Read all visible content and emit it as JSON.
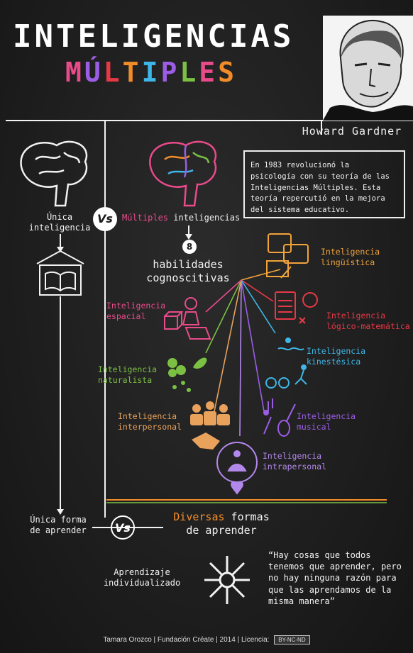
{
  "header": {
    "title": "INTELIGENCIAS",
    "subtitle_letters": [
      "M",
      "Ú",
      "L",
      "T",
      "I",
      "P",
      "L",
      "E",
      "S"
    ],
    "subtitle_colors": [
      "#e94b8a",
      "#9b5de5",
      "#e63946",
      "#f28c28",
      "#3fb6e8",
      "#9b5de5",
      "#7bc043",
      "#e94b8a",
      "#f28c28"
    ],
    "author": "Howard Gardner",
    "intro": "En 1983 revolucionó la psicología con su teoría de las Inteligencias Múltiples. Esta teoría repercutió en la mejora del sistema educativo."
  },
  "left": {
    "single_intelligence": "Única inteligencia",
    "single_way": "Única forma de aprender",
    "individual": "Aprendizaje individualizado"
  },
  "center": {
    "vs": "Vs",
    "multiple_word": "Múltiples",
    "intelligences_word": " inteligencias",
    "number": "8",
    "skills": "habilidades cognoscitivas",
    "diverse_word": "Diversas",
    "ways_word": " formas de aprender"
  },
  "intelligences": [
    {
      "label": "Inteligencia lingüística",
      "color": "#f2a33a"
    },
    {
      "label": "Inteligencia lógico-matemática",
      "color": "#e63946"
    },
    {
      "label": "Inteligencia kinestésica",
      "color": "#3fb6e8"
    },
    {
      "label": "Inteligencia musical",
      "color": "#9b5de5"
    },
    {
      "label": "Inteligencia intrapersonal",
      "color": "#b388eb"
    },
    {
      "label": "Inteligencia interpersonal",
      "color": "#e8a25c"
    },
    {
      "label": "Inteligencia naturalista",
      "color": "#7bc043"
    },
    {
      "label": "Inteligencia espacial",
      "color": "#e94b8a"
    }
  ],
  "quote": "“Hay cosas que todos tenemos que aprender, pero no hay ninguna razón para que  las aprendamos de la misma manera”",
  "footer": {
    "credit": "Tamara Orozco | Fundación Créate | 2014 | Licencia:",
    "license": "BY-NC-ND"
  }
}
